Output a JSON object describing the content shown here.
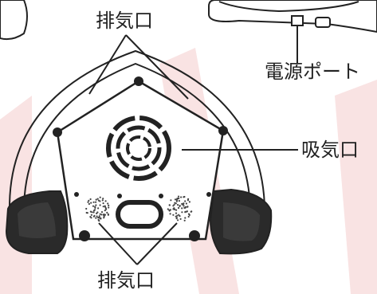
{
  "labels": {
    "exhaust_top": "排気口",
    "power_port": "電源ポート",
    "intake": "吸気口",
    "exhaust_bottom": "排気口"
  },
  "colors": {
    "line": "#222222",
    "bumper": "#2a2a2a",
    "background_accent": "#f7dede"
  }
}
